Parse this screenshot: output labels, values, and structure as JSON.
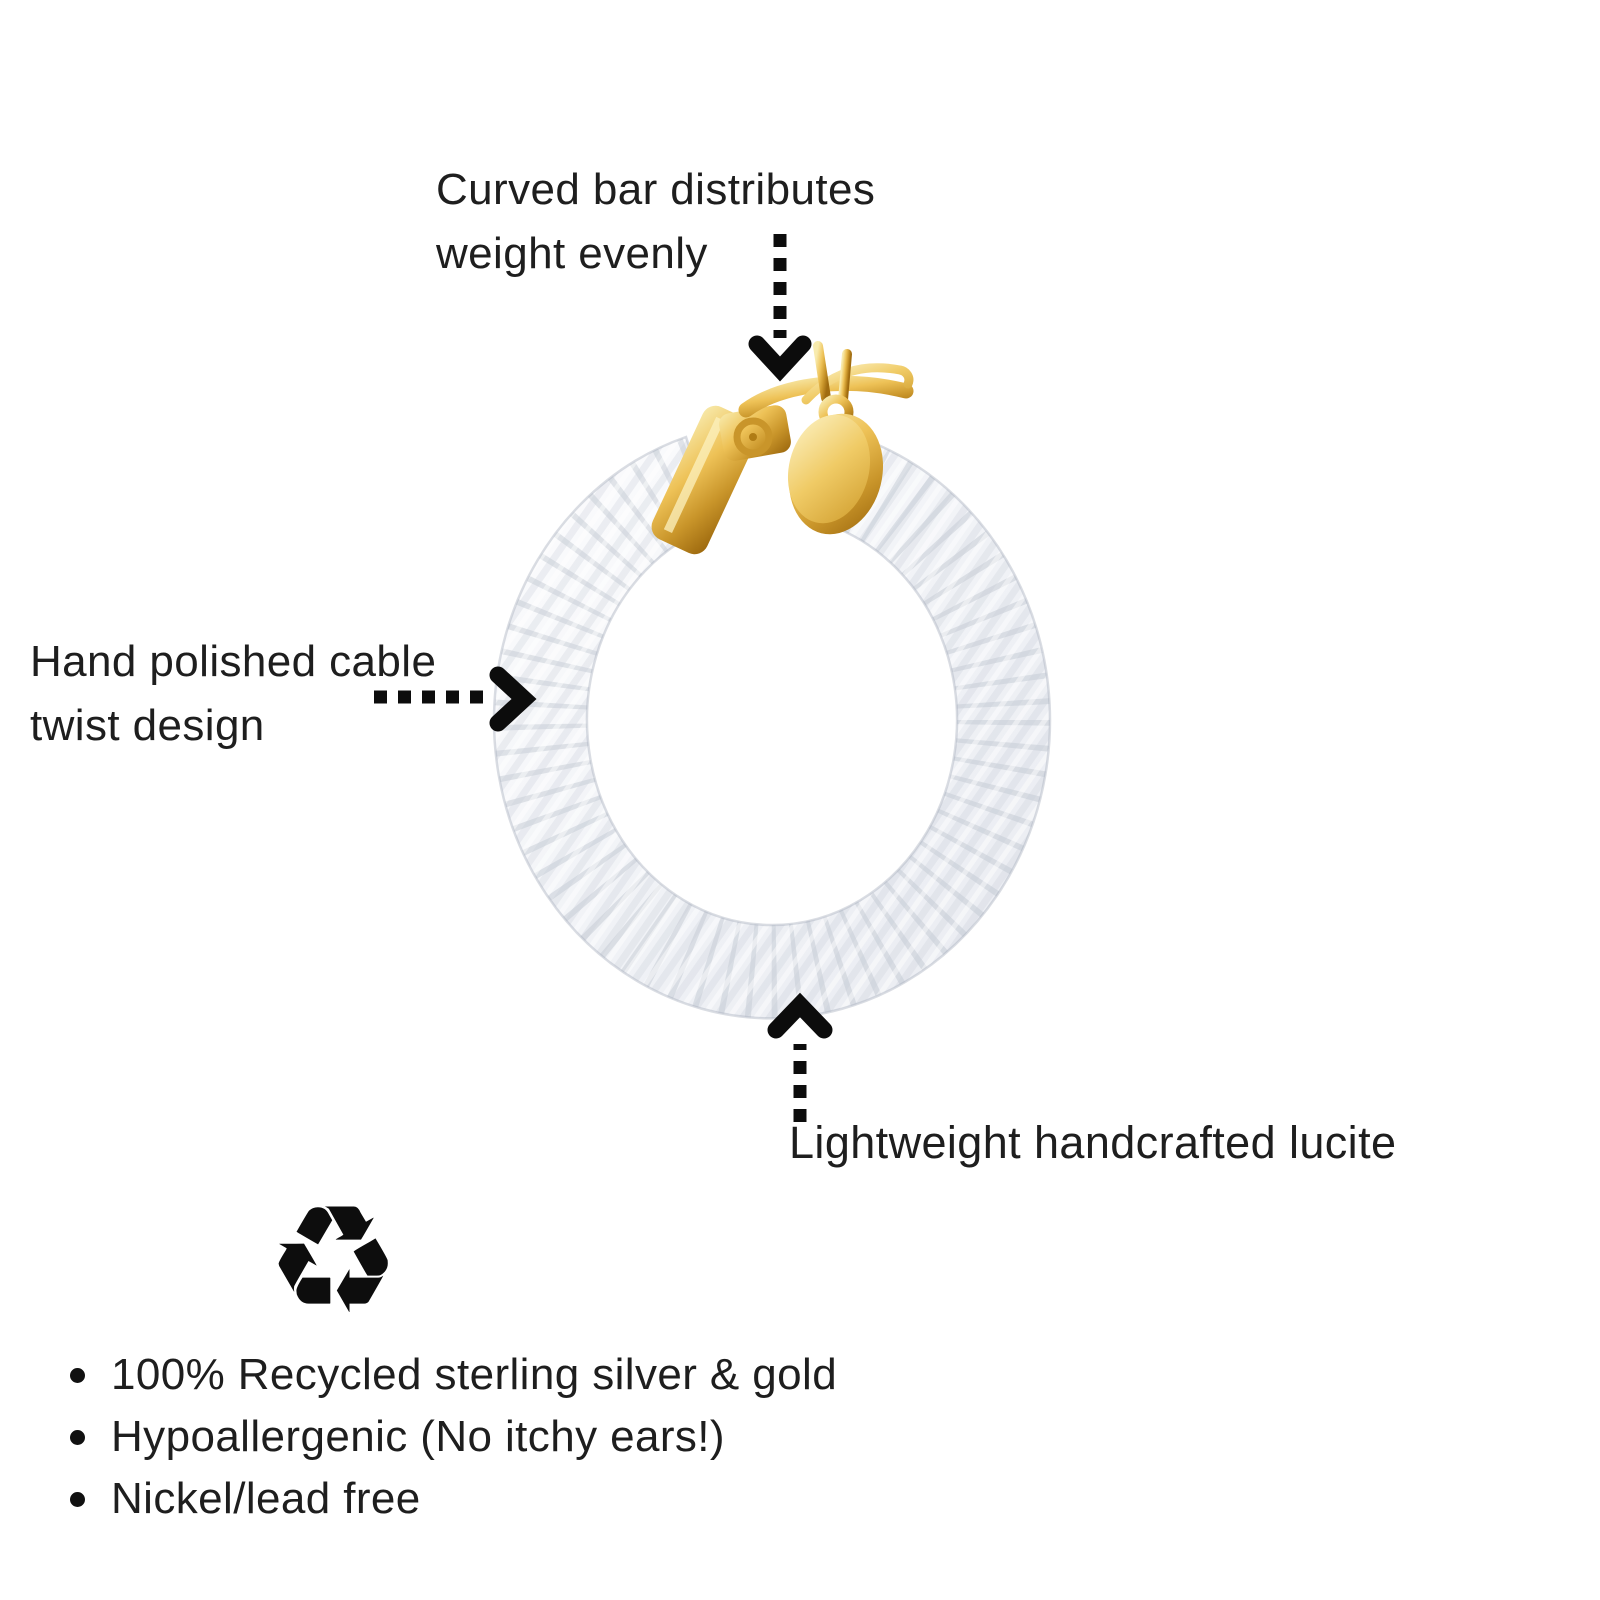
{
  "annotations": {
    "top": {
      "line1": "Curved bar distributes",
      "line2": "weight evenly"
    },
    "left": {
      "line1": "Hand polished cable",
      "line2": "twist design"
    },
    "bottom": {
      "text": "Lightweight handcrafted lucite"
    }
  },
  "features": [
    "100% Recycled sterling silver & gold",
    "Hypoallergenic (No itchy ears!)",
    "Nickel/lead free"
  ],
  "icons": {
    "recycle": "♻"
  },
  "colors": {
    "text": "#1e1e1e",
    "arrow": "#0c0c0c",
    "bullet": "#111111",
    "gold": "#d9a62e",
    "gold_light": "#f8ebae",
    "gold_dark": "#a06c10",
    "lucite_base": "#eef0f5",
    "lucite_shade": "#c7ccd6"
  }
}
